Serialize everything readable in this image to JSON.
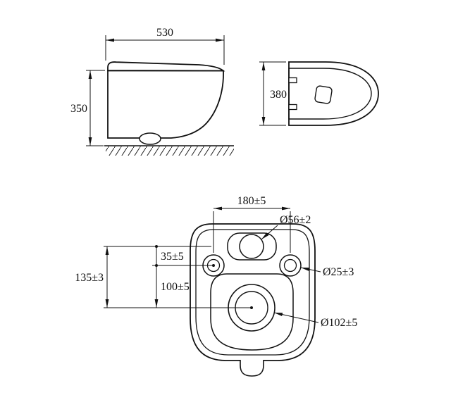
{
  "colors": {
    "line": "#111111",
    "background": "#ffffff"
  },
  "side_view": {
    "width_label": "530",
    "height_label": "350"
  },
  "top_view": {
    "depth_label": "380"
  },
  "back_view": {
    "hole_spacing_label": "180±5",
    "inlet_hole_label": "Ø56±2",
    "inlet_offset_label": "35±5",
    "drain_offset_label": "100±5",
    "total_offset_label": "135±3",
    "fixing_hole_label": "Ø25±3",
    "drain_hole_label": "Ø102±5"
  }
}
